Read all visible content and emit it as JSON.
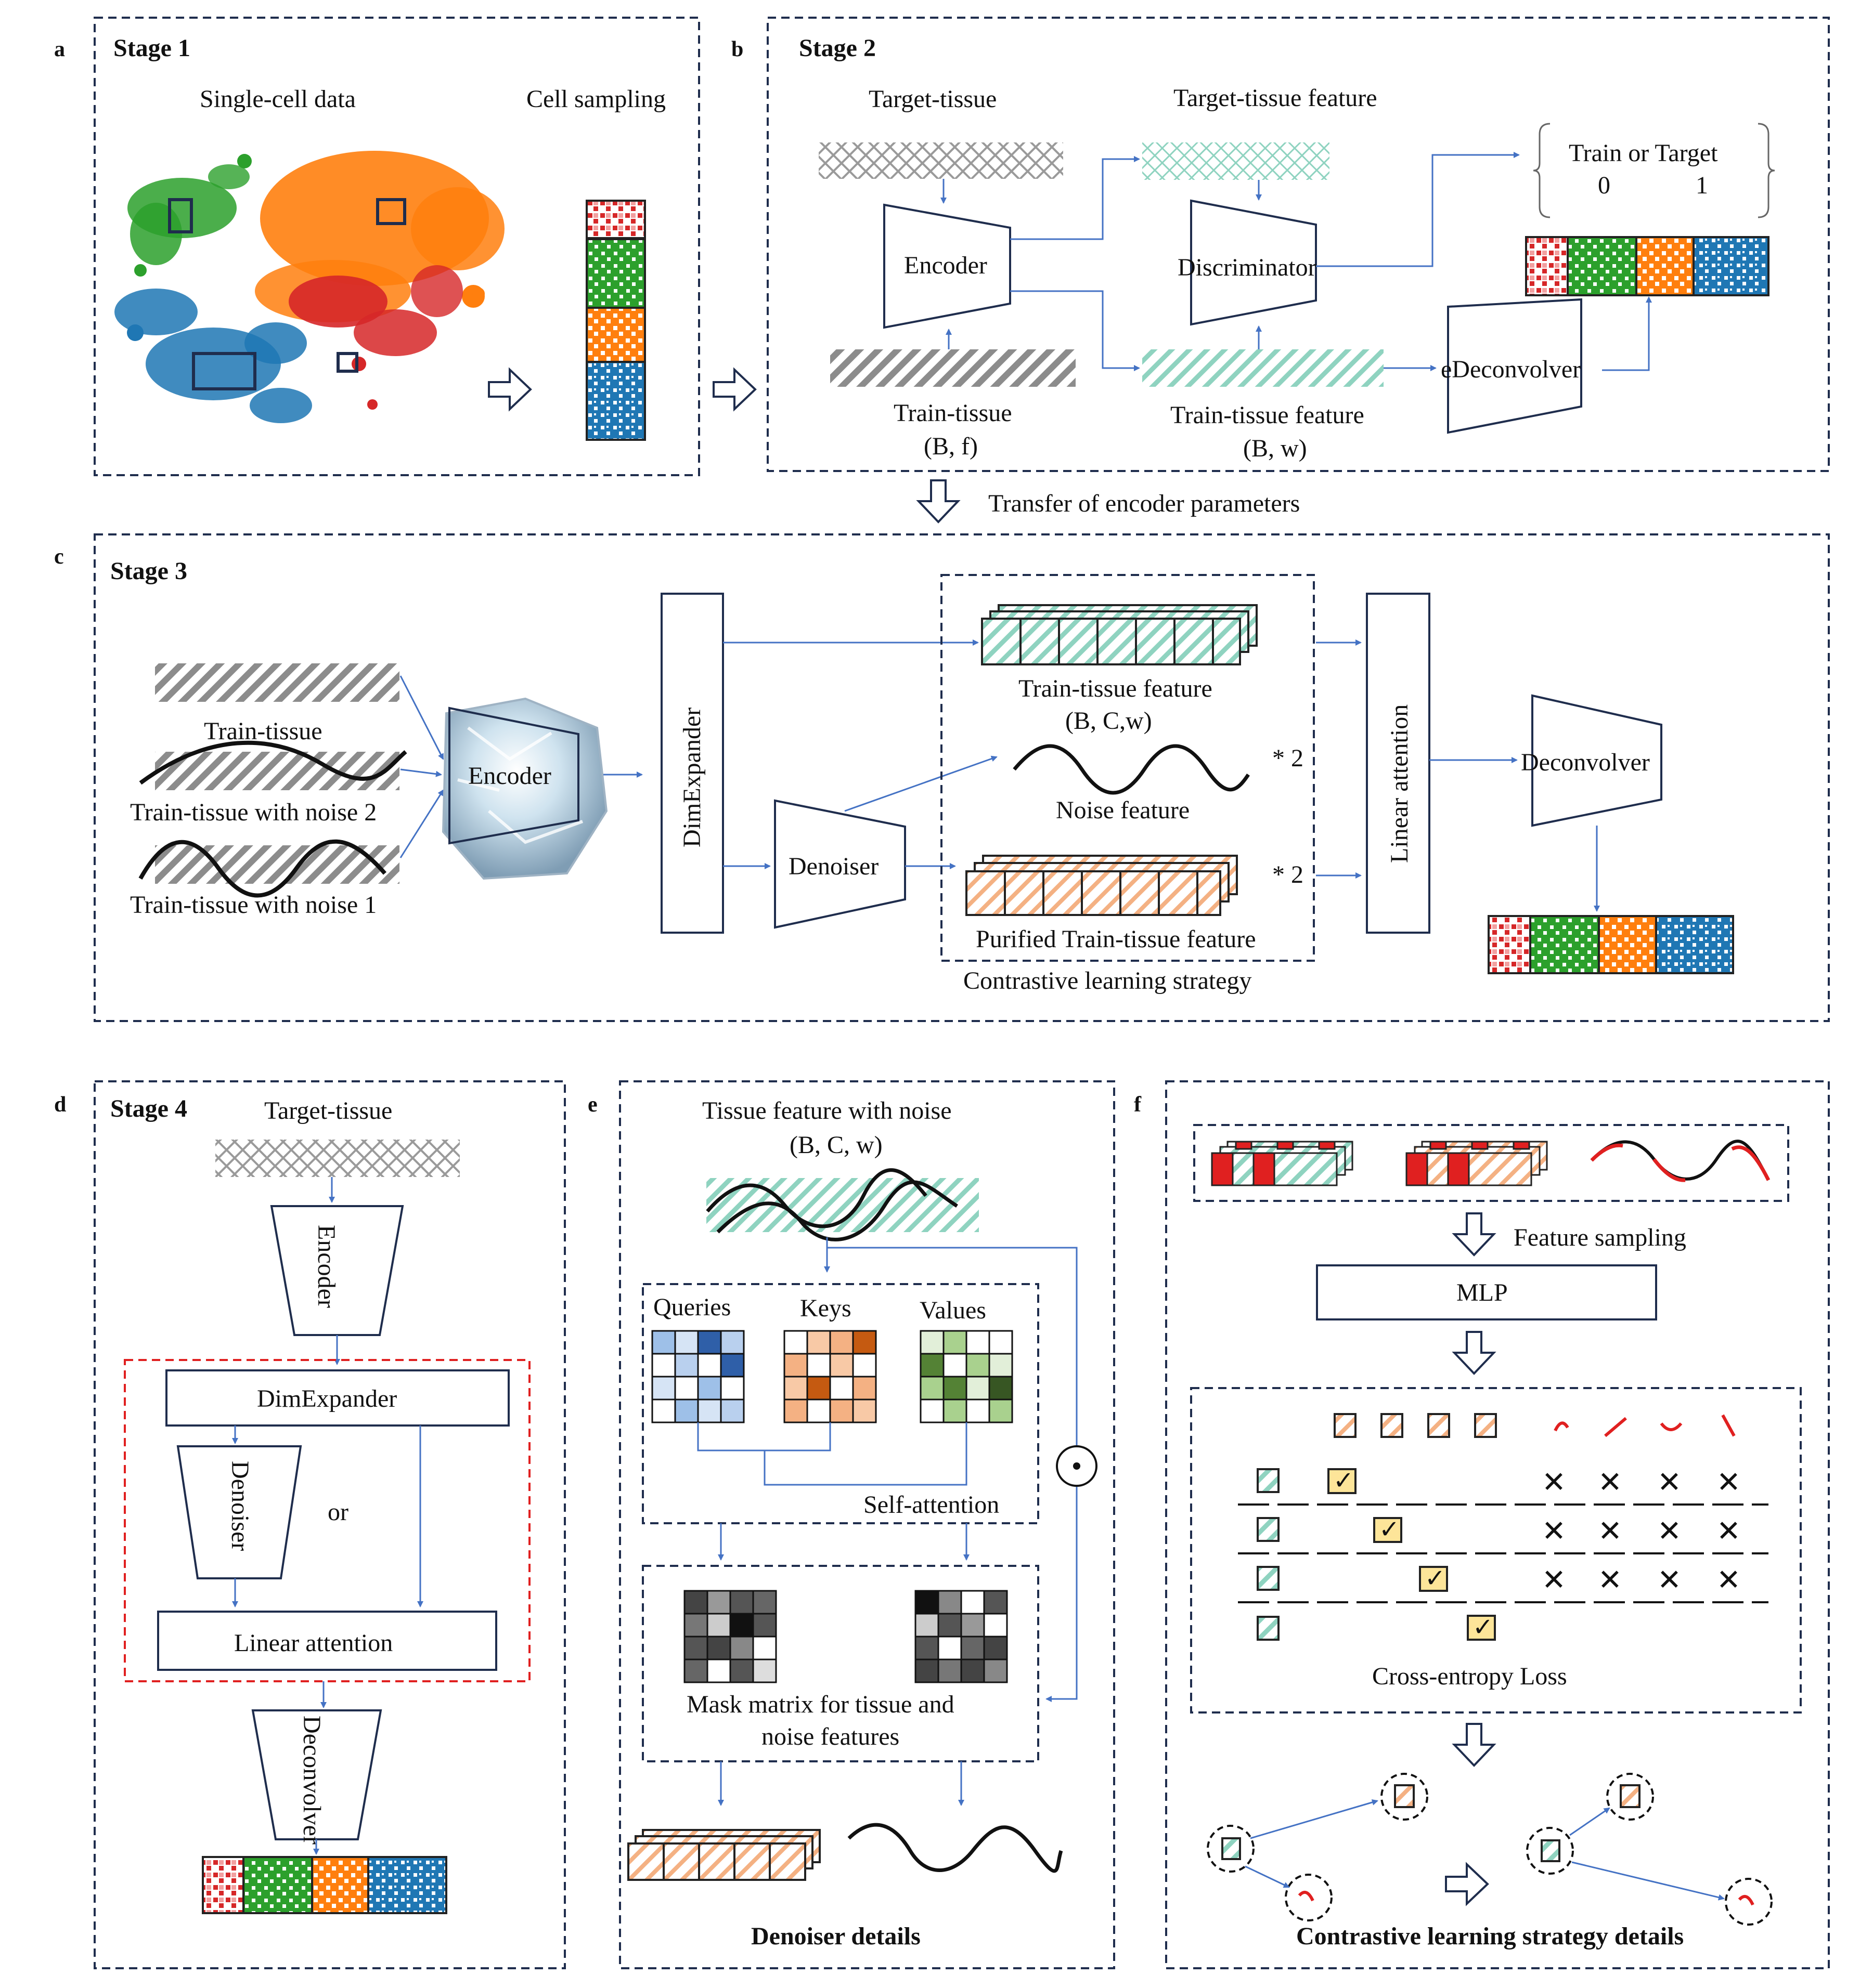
{
  "panels": {
    "a": {
      "letter": "a",
      "title": "Stage 1",
      "single_cell": "Single-cell data",
      "cell_sampling": "Cell sampling"
    },
    "b": {
      "letter": "b",
      "title": "Stage 2",
      "target_tissue": "Target-tissue",
      "target_feature": "Target-tissue feature",
      "encoder": "Encoder",
      "discriminator": "Discriminator",
      "edeconvolver": "eDeconvolver",
      "train_or_target": "Train or Target",
      "zero": "0",
      "one": "1",
      "train_tissue": "Train-tissue",
      "train_shape": "(B, f)",
      "train_feature": "Train-tissue feature",
      "feature_shape": "(B, w)"
    },
    "transfer": "Transfer of encoder parameters",
    "c": {
      "letter": "c",
      "title": "Stage 3",
      "train_tissue": "Train-tissue",
      "noise2": "Train-tissue with noise 2",
      "noise1": "Train-tissue with noise 1",
      "encoder": "Encoder",
      "dimexpander": "DimExpander",
      "denoiser": "Denoiser",
      "train_feature": "Train-tissue feature",
      "feature_shape": "(B, C,w)",
      "noise_feature": "Noise feature",
      "times2": "* 2",
      "purified": "Purified Train-tissue feature",
      "contrastive": "Contrastive learning strategy",
      "linear_attention": "Linear attention",
      "deconvolver": "Deconvolver"
    },
    "d": {
      "letter": "d",
      "title": "Stage 4",
      "target_tissue": "Target-tissue",
      "encoder": "Encoder",
      "dimexpander": "DimExpander",
      "denoiser": "Denoiser",
      "or": "or",
      "linear_attention": "Linear attention",
      "deconvolver": "Deconvolver"
    },
    "e": {
      "letter": "e",
      "tissue_noise": "Tissue feature with noise",
      "shape": "(B, C, w)",
      "queries": "Queries",
      "keys": "Keys",
      "values": "Values",
      "self_attention": "Self-attention",
      "mask_line1": "Mask matrix for tissue and",
      "mask_line2": "noise features",
      "odot": "⊙",
      "caption": "Denoiser details"
    },
    "f": {
      "letter": "f",
      "feature_sampling": "Feature sampling",
      "mlp": "MLP",
      "ce_loss": "Cross-entropy Loss",
      "caption": "Contrastive learning strategy details",
      "check": "✓",
      "cross": "✕"
    }
  },
  "colors": {
    "frame": "#1f2d4d",
    "arrow": "#4472c4",
    "green": "#2ca02c",
    "orange": "#ff7f0e",
    "blue": "#1f77b4",
    "red": "#d62728",
    "teal": "#8fd3c0",
    "peach": "#f4b183",
    "mask_red": "#e02020"
  }
}
